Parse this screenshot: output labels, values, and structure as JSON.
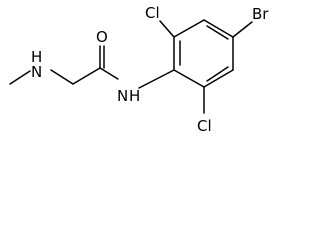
{
  "molecule": {
    "atoms": {
      "methyl_nh": "H",
      "methyl_n": "N",
      "carbonyl_o": "O",
      "amide_n": "N",
      "amide_h": "H",
      "cl_top": "Cl",
      "cl_bottom": "Cl",
      "br": "Br"
    }
  },
  "colors": {
    "bond": "#000000",
    "label": "#000000",
    "background": "#ffffff"
  }
}
